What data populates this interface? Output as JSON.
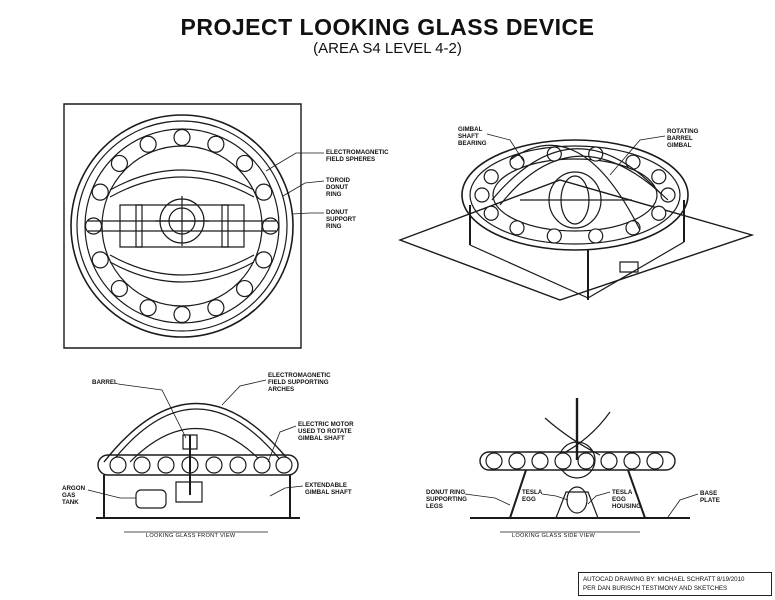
{
  "title": "PROJECT LOOKING GLASS DEVICE",
  "subtitle": "(AREA S4 LEVEL 4-2)",
  "top_view_labels": {
    "field_spheres": "ELECTROMAGNETIC\nFIELD SPHERES",
    "toroid_ring": "TOROID\nDONUT\nRING",
    "support_ring": "DONUT\nSUPPORT\nRING"
  },
  "iso_view_labels": {
    "gimbal_bearing": "GIMBAL\nSHAFT\nBEARING",
    "rotating_gimbal": "ROTATING\nBARREL\nGIMBAL"
  },
  "front_view_labels": {
    "barrel": "BARREL",
    "arches": "ELECTROMAGNETIC\nFIELD SUPPORTING\nARCHES",
    "electric_motor": "ELECTRIC MOTOR\nUSED TO ROTATE\nGIMBAL SHAFT",
    "argon_tank": "ARGON\nGAS\nTANK",
    "extendable_shaft": "EXTENDABLE\nGIMBAL SHAFT",
    "caption": "LOOKING GLASS FRONT VIEW"
  },
  "side_view_labels": {
    "support_legs": "DONUT RING\nSUPPORTING\nLEGS",
    "tesla_egg": "TESLA\nEGG",
    "egg_housing": "TESLA\nEGG\nHOUSING",
    "base_plate": "BASE\nPLATE",
    "caption": "LOOKING GLASS SIDE VIEW"
  },
  "credit": {
    "line1": "AUTOCAD DRAWING BY: MICHAEL SCHRATT 8/19/2010",
    "line2": "PER DAN BURISCH TESTIMONY AND SKETCHES"
  }
}
